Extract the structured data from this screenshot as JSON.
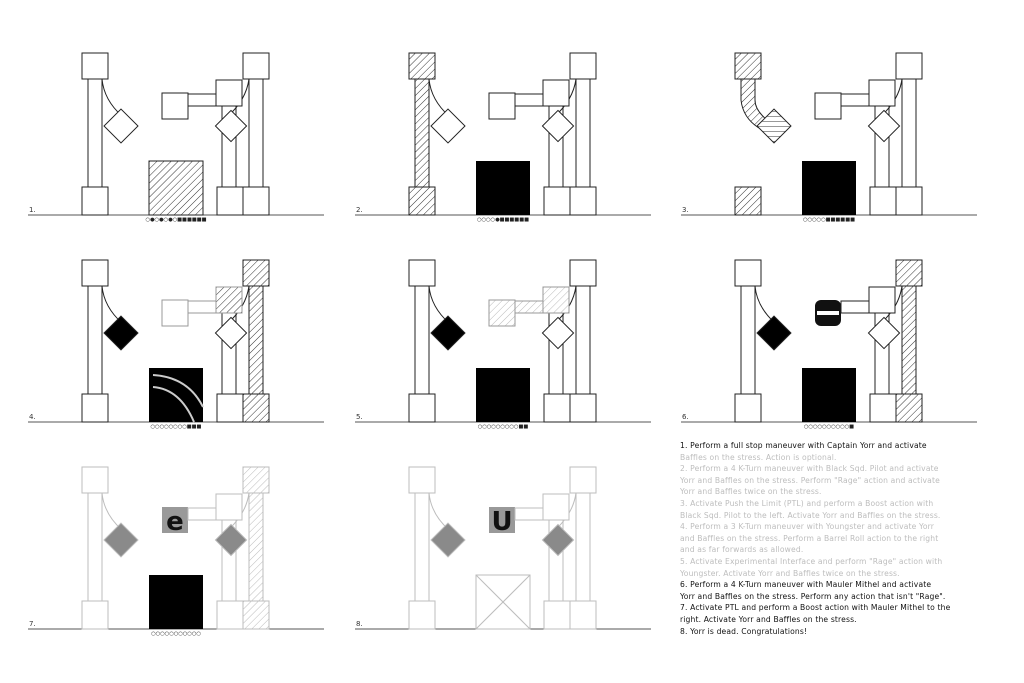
{
  "colors": {
    "ink": "#000000",
    "line": "#222222",
    "ghost": "#c8c8c8",
    "paper": "#ffffff",
    "grey_fill": "#8a8a8a",
    "dim_text": "#bdbdbd"
  },
  "panels": [
    {
      "label": "1.",
      "counter": "○●○●○●○■■■■■■",
      "note": "hatched square"
    },
    {
      "label": "2.",
      "counter": "○○○○●■■■■■■",
      "note": "black square"
    },
    {
      "label": "3.",
      "counter": "○○○○○■■■■■■",
      "note": "black square"
    },
    {
      "label": "4.",
      "counter": "○○○○○○○○■■■",
      "note": "black square with arcs"
    },
    {
      "label": "5.",
      "counter": "○○○○○○○○○■■",
      "note": "black square"
    },
    {
      "label": "6.",
      "counter": "○○○○○○○○○○■",
      "note": "black square"
    },
    {
      "label": "7.",
      "counter": "○○○○○○○○○○○",
      "note": "black square",
      "glyph": "e"
    },
    {
      "label": "8.",
      "counter": "",
      "note": "crossed square",
      "glyph": "U"
    }
  ],
  "steps": [
    {
      "text": "1. Perform a full stop maneuver with Captain Yorr and activate",
      "tone": "dark"
    },
    {
      "text": "Baffles on the stress. Action is optional.",
      "tone": "dim"
    },
    {
      "text": "2. Perform a 4 K-Turn maneuver with Black Sqd. Pilot and activate",
      "tone": "dim"
    },
    {
      "text": "Yorr and Baffles on the stress. Perform \"Rage\" action and activate",
      "tone": "dim"
    },
    {
      "text": "Yorr and Baffles twice on the stress.",
      "tone": "dim"
    },
    {
      "text": "3. Activate Push the Limit (PTL) and perform a Boost action with",
      "tone": "dim"
    },
    {
      "text": "Black Sqd. Pilot to the left. Activate Yorr and Baffles on the stress.",
      "tone": "dim"
    },
    {
      "text": "4. Perform a 3 K-Turn maneuver with Youngster and activate Yorr",
      "tone": "dim"
    },
    {
      "text": "and Baffles on the stress. Perform a Barrel Roll action to the right",
      "tone": "dim"
    },
    {
      "text": "and as far forwards as allowed.",
      "tone": "dim"
    },
    {
      "text": "5. Activate Experimental Interface and perform \"Rage\" action with",
      "tone": "dim"
    },
    {
      "text": "Youngster. Activate Yorr and Baffles twice on the stress.",
      "tone": "dim"
    },
    {
      "text": "6. Perform a 4 K-Turn maneuver with Mauler Mithel and activate",
      "tone": "dark"
    },
    {
      "text": "Yorr and Baffles on the stress. Perform any action that isn't \"Rage\".",
      "tone": "dark"
    },
    {
      "text": "7. Activate PTL and perform a Boost action with Mauler Mithel to the",
      "tone": "dark"
    },
    {
      "text": "right. Activate Yorr and Baffles on the stress.",
      "tone": "dark"
    },
    {
      "text": "8. Yorr is dead. Congratulations!",
      "tone": "dark"
    }
  ]
}
